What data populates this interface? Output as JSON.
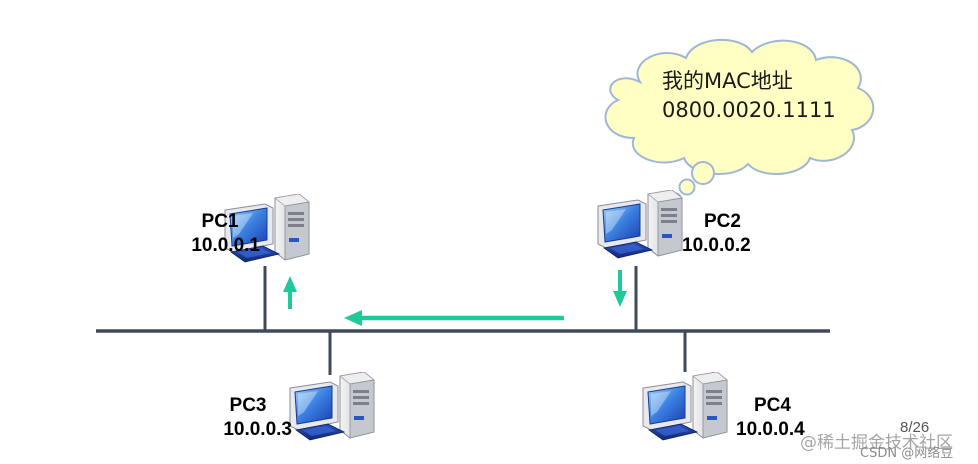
{
  "bubble": {
    "line1": "我的MAC地址",
    "line2": "0800.0020.1111"
  },
  "hosts": [
    {
      "name": "PC1",
      "ip": "10.0.0.1"
    },
    {
      "name": "PC2",
      "ip": "10.0.0.2"
    },
    {
      "name": "PC3",
      "ip": "10.0.0.3"
    },
    {
      "name": "PC4",
      "ip": "10.0.0.4"
    }
  ],
  "page_indicator": "8/26",
  "watermark": {
    "line1": "@稀土掘金技术社区",
    "line2": "CSDN @网络豆"
  },
  "colors": {
    "bus": "#3f4a5a",
    "arrow": "#1ec99a",
    "bubble_fill": "#ffffc4",
    "bubble_stroke": "#9fb6d6"
  }
}
